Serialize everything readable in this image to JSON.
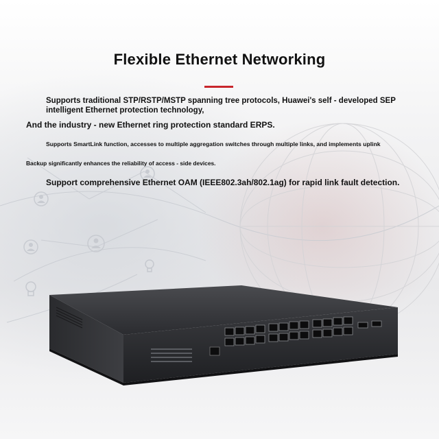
{
  "heading": "Flexible Ethernet Networking",
  "paragraphs": [
    "Supports traditional STP/RSTP/MSTP spanning tree protocols, Huawei's self - developed SEP intelligent Ethernet protection technology,",
    "And the industry - new Ethernet ring protection standard ERPS.",
    "Supports SmartLink function, accesses to multiple aggregation switches through multiple links, and implements uplink",
    "Backup significantly enhances the reliability of access - side devices.",
    "Support comprehensive Ethernet OAM (IEEE802.3ah/802.1ag) for rapid link fault detection."
  ],
  "colors": {
    "accent": "#c8262c",
    "text": "#111111",
    "device_body": "#2c2d30"
  },
  "icons": [
    "person-icon",
    "lightbulb-icon",
    "globe-icon",
    "network-switch-image"
  ]
}
